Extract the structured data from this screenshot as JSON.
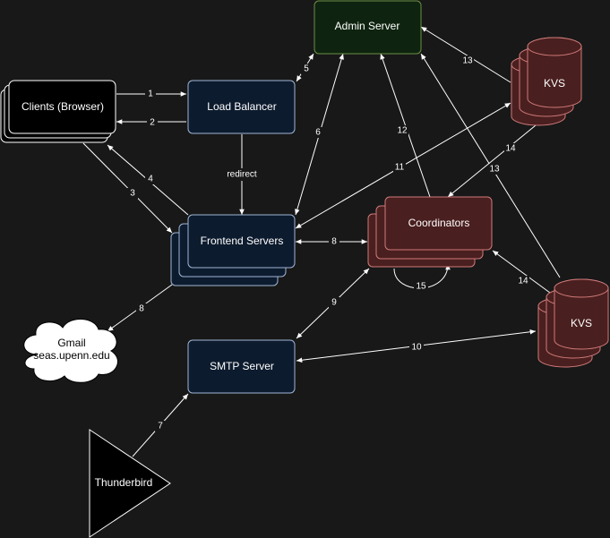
{
  "nodes": {
    "admin": "Admin Server",
    "clients": "Clients (Browser)",
    "load_balancer": "Load Balancer",
    "frontend": "Frontend Servers",
    "coordinators": "Coordinators",
    "kvs_top": "KVS",
    "kvs_bottom": "KVS",
    "smtp": "SMTP Server",
    "thunderbird": "Thunderbird",
    "gmail_line1": "Gmail",
    "gmail_line2": "seas.upenn.edu"
  },
  "edges": {
    "clients_to_lb": "1",
    "lb_to_clients": "2",
    "clients_to_frontend": "3",
    "frontend_to_clients": "4",
    "admin_lb": "5",
    "admin_frontend": "6",
    "thunderbird_smtp": "7",
    "frontend_coordinators": "8",
    "frontend_gmail": "8",
    "smtp_coordinators": "9",
    "smtp_kvs_bottom": "10",
    "frontend_kvs_top": "11",
    "coordinators_admin": "12",
    "kvs_top_admin": "13",
    "kvs_bottom_admin": "13",
    "kvs_top_coordinators": "14",
    "kvs_bottom_coordinators": "14",
    "coordinators_self": "15",
    "lb_redirect": "redirect"
  },
  "colors": {
    "background": "#181818",
    "blue_fill": "#0d1b2e",
    "blue_stroke": "#9fb6d6",
    "green_fill": "#0f2410",
    "green_stroke": "#6a8f44",
    "red_fill": "#4a1f1f",
    "red_stroke": "#d07a7a",
    "black_fill": "#000000",
    "white": "#ffffff"
  }
}
